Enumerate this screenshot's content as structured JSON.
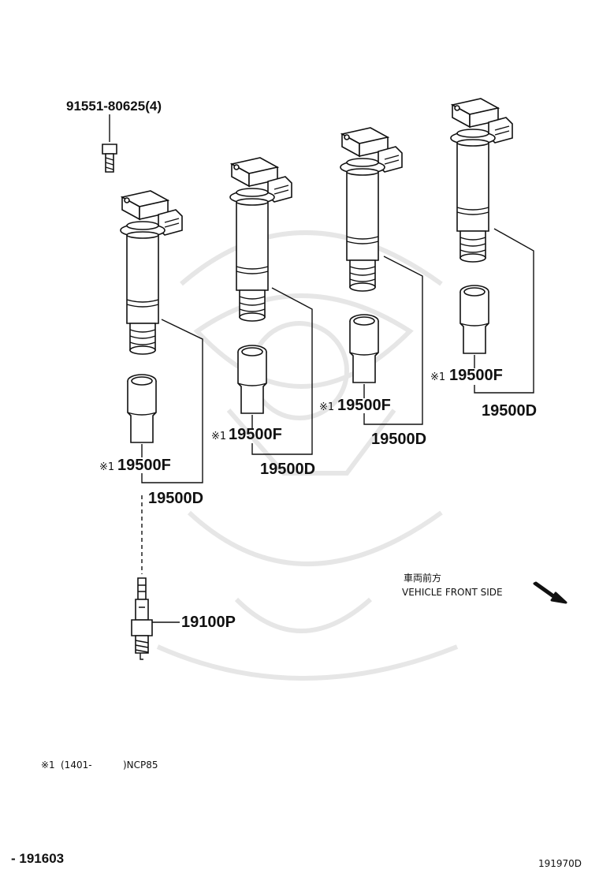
{
  "bolt": {
    "part_number": "91551-80625",
    "qty": "(4)"
  },
  "coils": [
    {
      "boot_marker": "※1",
      "boot_part": "19500F",
      "coil_part": "19500D"
    },
    {
      "boot_marker": "※1",
      "boot_part": "19500F",
      "coil_part": "19500D"
    },
    {
      "boot_marker": "※1",
      "boot_part": "19500F",
      "coil_part": "19500D"
    },
    {
      "boot_marker": "※1",
      "boot_part": "19500F",
      "coil_part": "19500D"
    }
  ],
  "spark_plug": {
    "part_number": "19100P"
  },
  "direction": {
    "label_jp": "車両前方",
    "label_en": "VEHICLE FRONT SIDE"
  },
  "footnote": {
    "marker": "※1",
    "date_range": "(1401-",
    "model": ")NCP85"
  },
  "footer": {
    "left_code": "- 191603",
    "right_code": "191970D"
  }
}
